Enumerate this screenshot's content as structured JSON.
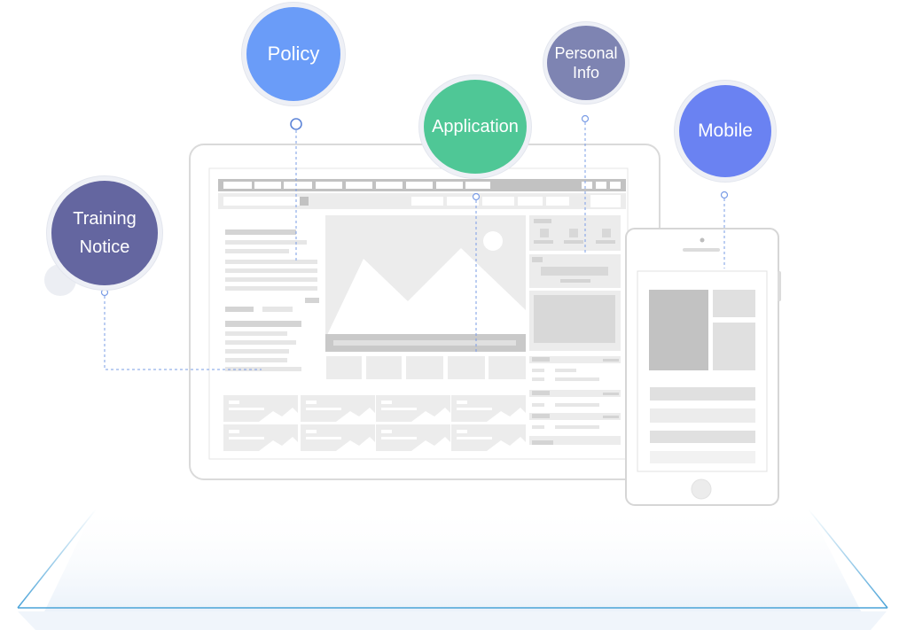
{
  "bubbles": {
    "policy": {
      "label": "Policy"
    },
    "application": {
      "label": "Application"
    },
    "personal_info": {
      "label": "Personal Info"
    },
    "mobile": {
      "label": "Mobile"
    },
    "training_notice": {
      "label": "Training Notice"
    }
  },
  "colors": {
    "policy": "#6a9cf8",
    "application": "#4fc796",
    "personal_info": "#7e84b2",
    "mobile": "#6a82f2",
    "training_notice": "#6466a0",
    "connector": "#7a9ce6",
    "platform_edge": "#4aa3d8",
    "wireframe_stroke": "#dcdcdc",
    "wireframe_fill": "#ececec",
    "wireframe_dark": "#c2c2c2"
  }
}
